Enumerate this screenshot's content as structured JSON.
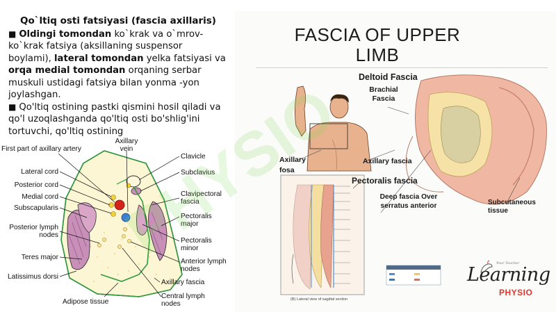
{
  "text": {
    "title": "Qo`ltiq osti fatsiyasi (fascia axillaris)",
    "p1": {
      "bullet": "■",
      "b1": "Oldingi tomondan",
      "t1": " ko`krak va o`mrov-ko`krak fatsiya (aksillaning suspensor boylami), ",
      "b2": "lateral tomondan",
      "t2": " yelka fatsiyasi va ",
      "b3": "orqa medial tomondan",
      "t3": " orqaning serbar muskuli ustidagi fatsiya bilan yonma -yon joylashgan."
    },
    "p2": {
      "bullet": "■",
      "t1": "Qo'ltiq ostining pastki qismini hosil qiladi va qo'l uzoqlashganda qo'ltiq osti bo'shlig'ini tortuvchi, qo'ltiq ostining"
    }
  },
  "diagram_left": {
    "labels": {
      "first_part": "First part of axillary artery",
      "axillary_vein": "Axillary vein",
      "clavicle": "Clavicle",
      "lateral_cord": "Lateral cord",
      "subclavius": "Subclavius",
      "posterior_cord": "Posterior cord",
      "clavipectoral": "Clavipectoral fascia",
      "medial_cord": "Medial cord",
      "subscapularis": "Subscapularis",
      "pectoralis_major": "Pectoralis major",
      "posterior_lymph": "Posterior lymph nodes",
      "pectoralis_minor": "Pectoralis minor",
      "anterior_lymph": "Anterior lymph nodes",
      "teres_major": "Teres major",
      "latissimus": "Latissimus dorsi",
      "axillary_fascia": "Axillary fascia",
      "adipose": "Adipose tissue",
      "central_lymph": "Central lymph nodes"
    }
  },
  "poster": {
    "title_line1": "FASCIA OF UPPER",
    "title_line2": "LIMB",
    "deltoid": "Deltoid Fascia",
    "brachial": "Brachial Fascia",
    "axillary_fosa": "Axillary fosa",
    "axillary_fascia": "Axillary fascia",
    "pectoralis_fascia": "Pectoralis fascia",
    "deep_fascia": "Deep fascia Over serratus anterior",
    "subcutaneous": "Subcutaneous tissue",
    "inset_caption": "(B) Lateral view of sagittal section"
  },
  "logo": {
    "script": "Learning",
    "accent": "PHYSIO",
    "small": "Your Teacher"
  },
  "colors": {
    "outline_green": "#2e9a3e",
    "artery_red": "#d4231b",
    "vein_blue": "#3d7fd3",
    "nerve_yellow": "#f2d23a",
    "muscle_pink": "#c890b8",
    "fat_yellow": "#f7edb8",
    "logo_red": "#e2342c"
  }
}
